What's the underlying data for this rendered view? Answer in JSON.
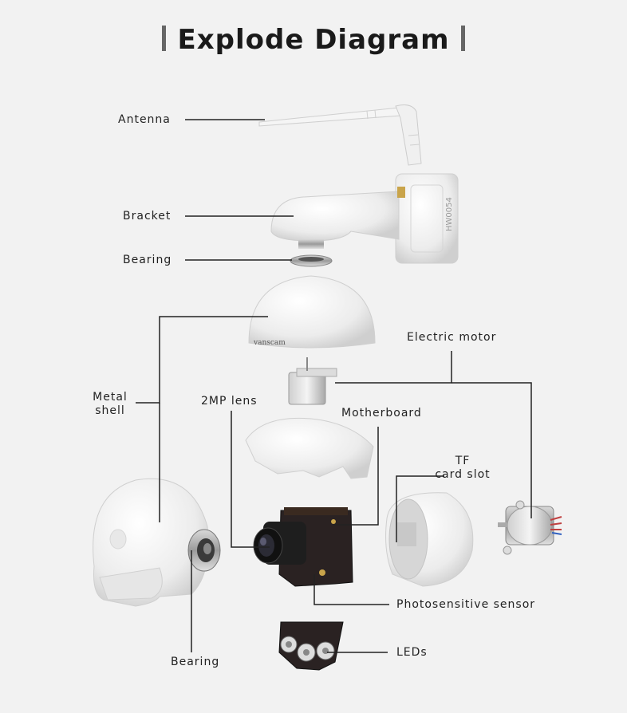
{
  "title": "Explode Diagram",
  "labels": {
    "antenna": "Antenna",
    "bracket": "Bracket",
    "bearing_top": "Bearing",
    "metal_shell_1": "Metal",
    "metal_shell_2": "shell",
    "electric_motor": "Electric motor",
    "lens": "2MP lens",
    "motherboard": "Motherboard",
    "tf_1": "TF",
    "tf_2": "card slot",
    "sensor": "Photosensitive sensor",
    "leds": "LEDs",
    "bearing_bottom": "Bearing"
  },
  "branding": {
    "dome_logo": "vanscam",
    "bracket_model": "HW0054"
  }
}
